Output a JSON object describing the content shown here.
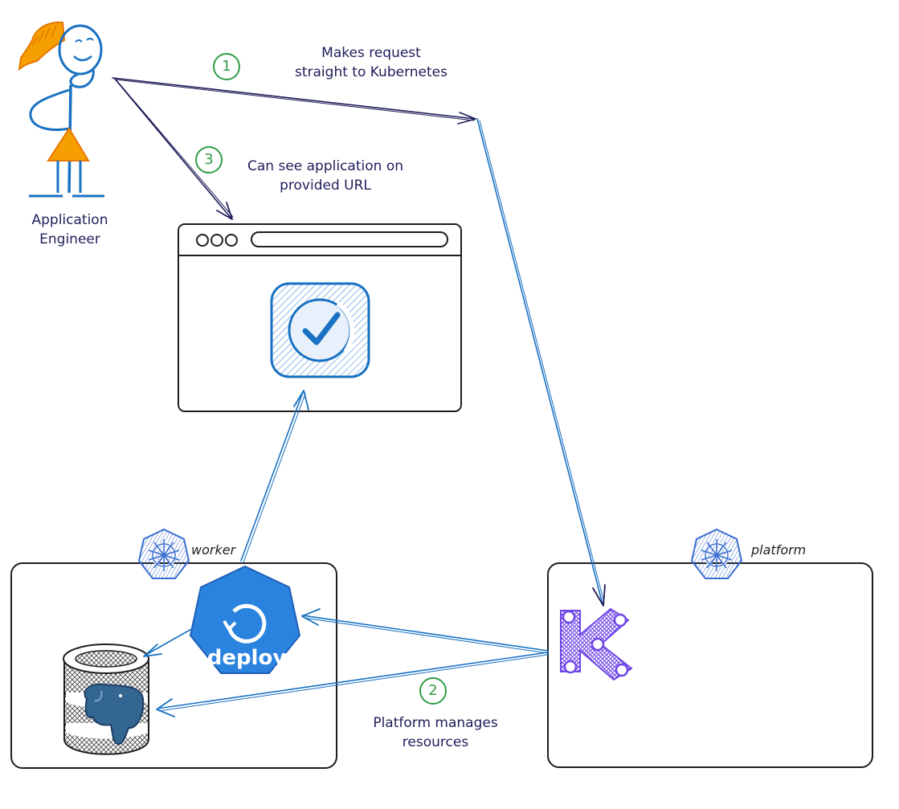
{
  "actor": {
    "label_line1": "Application",
    "label_line2": "Engineer"
  },
  "steps": [
    {
      "number": "1",
      "line1": "Makes request",
      "line2": "straight to Kubernetes"
    },
    {
      "number": "2",
      "line1": "Platform manages",
      "line2": "resources"
    },
    {
      "number": "3",
      "line1": "Can see application on",
      "line2": "provided URL"
    }
  ],
  "clusters": {
    "worker": "worker",
    "platform": "platform"
  },
  "icons": {
    "deploy_text": "deploy"
  },
  "colors": {
    "ink": "#1e1e5a",
    "blue": "#1971c2",
    "green": "#2f9e44",
    "orange": "#f59f00",
    "purple": "#7048e8"
  }
}
